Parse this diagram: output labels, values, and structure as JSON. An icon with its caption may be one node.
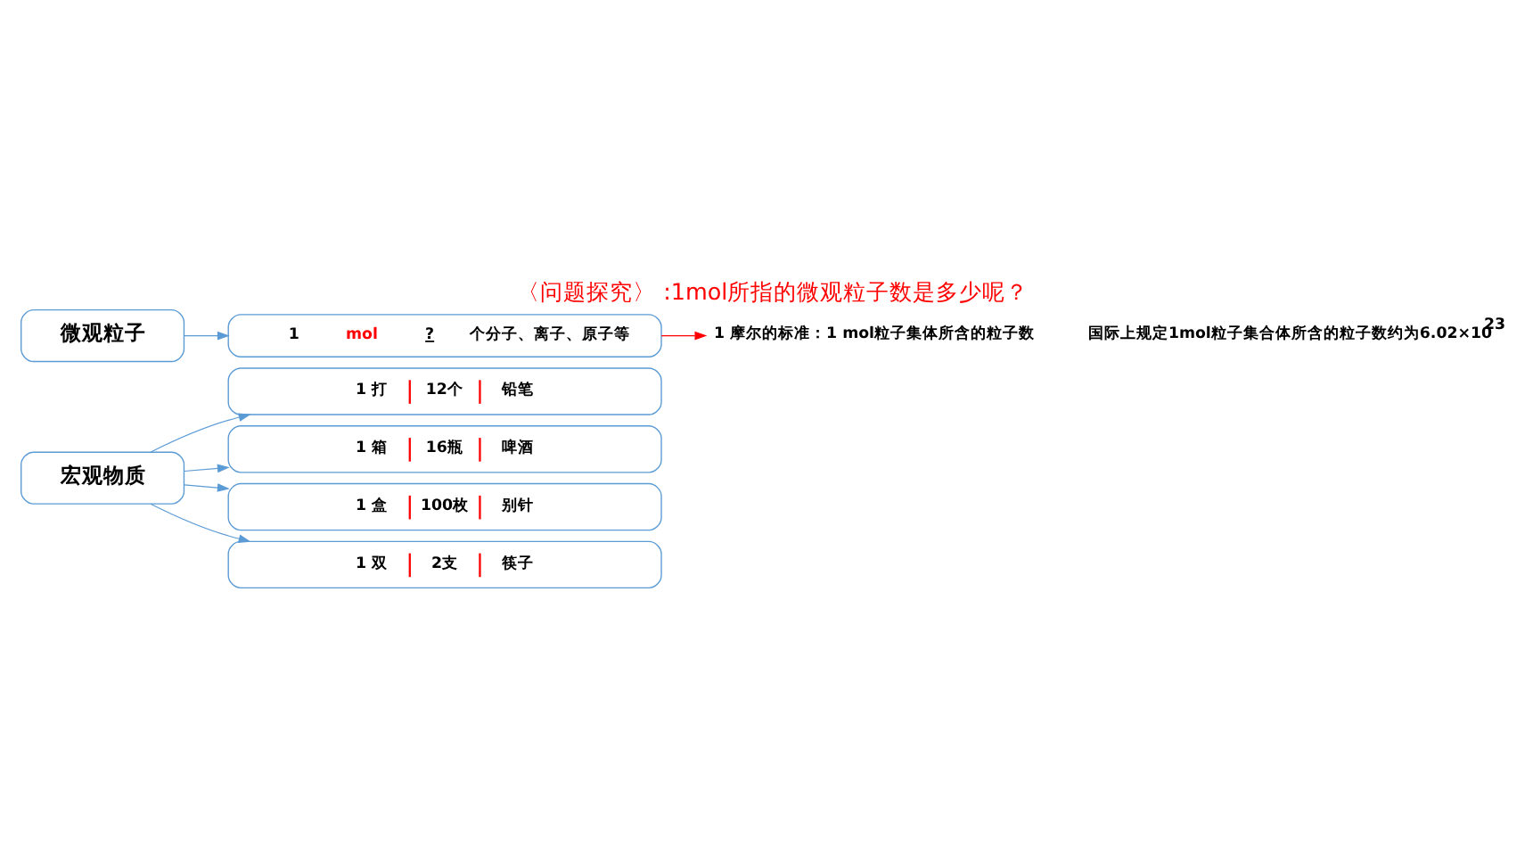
{
  "diagram": {
    "title": "〈问题探究〉 :1mol所指的微观粒子数是多少呢？",
    "nodes": [
      {
        "text": [
          "宏观物质"
        ]
      },
      {
        "text": [
          "1 打",
          "12个",
          "铅笔"
        ]
      },
      {
        "text": [
          "1 箱",
          "16瓶",
          "啤酒"
        ]
      },
      {
        "text": [
          "1 盒",
          "100枚",
          "别针"
        ]
      },
      {
        "text": [
          "1 双",
          "2支",
          "筷子"
        ]
      },
      {
        "text": [
          "微观粒子"
        ]
      },
      {
        "text": [
          "1",
          "mol",
          "?",
          "个分子、离子、原子等"
        ]
      },
      {
        "text": [
          "1 摩尔的标准：1 mol粒子集体所含的粒子数"
        ]
      }
    ],
    "edges": [
      {
        "from": 0,
        "to": 1,
        "arrow": "to"
      },
      {
        "from": 0,
        "to": 2,
        "arrow": "to"
      },
      {
        "from": 0,
        "to": 3,
        "arrow": "to"
      },
      {
        "from": 0,
        "to": 4,
        "arrow": "to"
      },
      {
        "from": 5,
        "to": 6,
        "arrow": "to"
      },
      {
        "from": 6,
        "to": 7,
        "arrow": "to",
        "color": "#ff0000"
      }
    ],
    "labels": [
      "国际上规定1mol粒子集合体所含的粒子数约为6.02×10$^{23}$"
    ]
  }
}
